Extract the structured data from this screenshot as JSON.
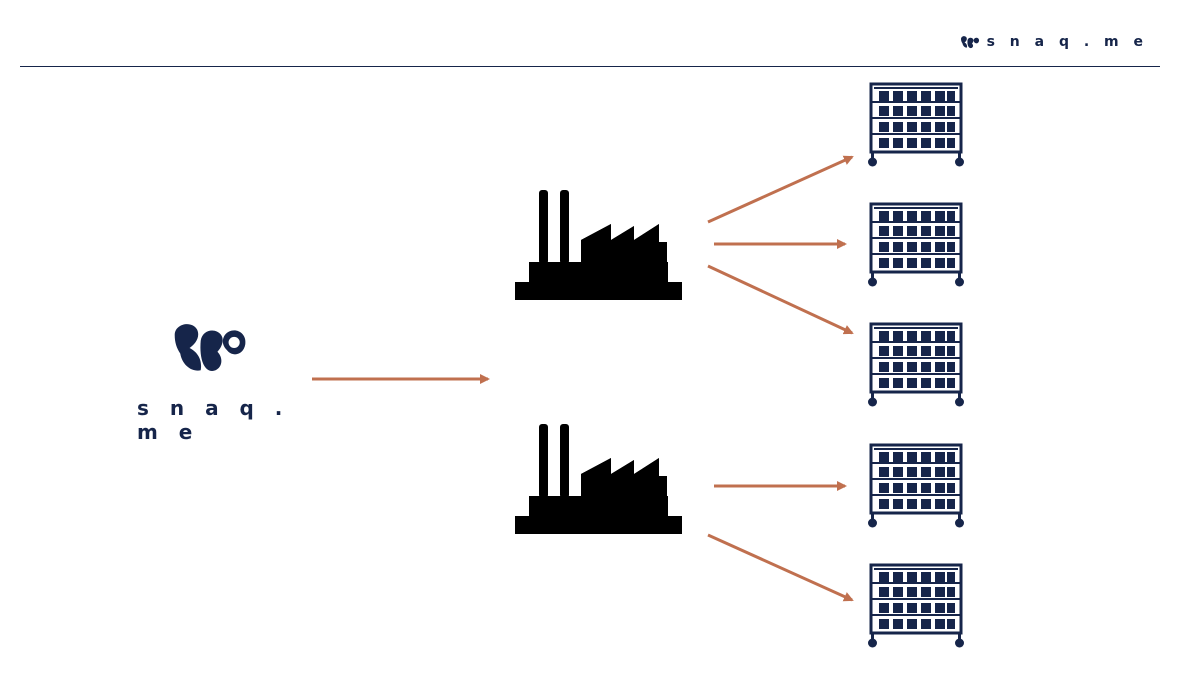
{
  "brand": {
    "name": "snaq.me",
    "header_wordmark": "s n a q . m e",
    "center_wordmark": "s n a q . m e",
    "color": "#16254a"
  },
  "diagram": {
    "arrow_color": "#c0704f",
    "factory_color": "#000000",
    "rack_color": "#16254a",
    "nodes": [
      {
        "id": "snaqme",
        "kind": "brand-logo"
      },
      {
        "id": "factory-1",
        "kind": "factory"
      },
      {
        "id": "factory-2",
        "kind": "factory"
      },
      {
        "id": "shelf-1",
        "kind": "storage-rack"
      },
      {
        "id": "shelf-2",
        "kind": "storage-rack"
      },
      {
        "id": "shelf-3",
        "kind": "storage-rack"
      },
      {
        "id": "shelf-4",
        "kind": "storage-rack"
      },
      {
        "id": "shelf-5",
        "kind": "storage-rack"
      }
    ],
    "edges": [
      {
        "from": "snaqme",
        "to": "factories"
      },
      {
        "from": "factory-1",
        "to": "shelf-1"
      },
      {
        "from": "factory-1",
        "to": "shelf-2"
      },
      {
        "from": "factory-1",
        "to": "shelf-3"
      },
      {
        "from": "factory-2",
        "to": "shelf-4"
      },
      {
        "from": "factory-2",
        "to": "shelf-5"
      }
    ]
  }
}
